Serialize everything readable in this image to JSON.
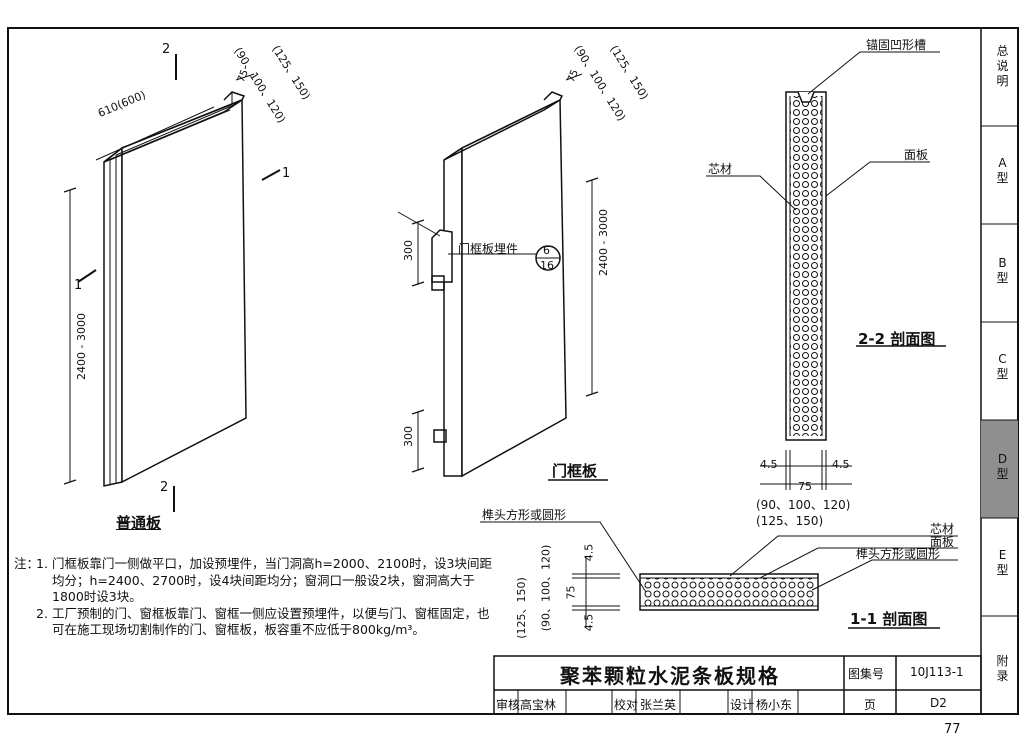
{
  "drawing": {
    "left_panel": {
      "name": "普通板",
      "width_dim": "610(600)",
      "height_dim": "2400 - 3000",
      "thickness_dim": "75",
      "thickness_alt_1": "(90、100、120)",
      "thickness_alt_2": "(125、150)",
      "section_mark_1": "1",
      "section_mark_2": "2"
    },
    "middle_panel": {
      "name": "门框板",
      "height_dim": "2400 - 3000",
      "thickness_dim": "75",
      "thickness_alt_1": "(90、100、120)",
      "thickness_alt_2": "(125、150)",
      "embed_label": "门框板埋件",
      "embed_ref_top": "6",
      "embed_ref_bottom": "16",
      "spacing_top": "300",
      "spacing_bottom": "300"
    },
    "section_2_2": {
      "title": "2-2 剖面图",
      "label_groove": "锚固凹形槽",
      "label_core": "芯材",
      "label_face": "面板",
      "dim_left": "4.5",
      "dim_right": "4.5",
      "dim_total": "75",
      "dim_alt_1": "(90、100、120)",
      "dim_alt_2": "(125、150)"
    },
    "section_1_1": {
      "title": "1-1 剖面图",
      "label_tenon_left": "榫头方形或圆形",
      "label_core": "芯材",
      "label_face": "面板",
      "label_tenon_right": "榫头方形或圆形",
      "dim_top": "4.5",
      "dim_mid": "75",
      "dim_bottom": "4.5",
      "dim_alt_1": "(90、100、120)",
      "dim_alt_2": "(125、150)"
    }
  },
  "notes": {
    "label": "注：",
    "items": [
      {
        "num": "1.",
        "text": "门框板靠门一侧做平口，加设预埋件，当门洞高h=2000、2100时，设3块间距均分；h=2400、2700时，设4块间距均分；窗洞口一般设2块，窗洞高大于1800时设3块。"
      },
      {
        "num": "2.",
        "text": "工厂预制的门、窗框板靠门、窗框一侧应设置预埋件，以便与门、窗框固定，也可在施工现场切割制作的门、窗框板，板容重不应低于800kg/m³。"
      }
    ]
  },
  "title_block": {
    "title": "聚苯颗粒水泥条板规格",
    "atlas_label": "图集号",
    "atlas_no": "10J113-1",
    "review_label": "审核",
    "review_name": "高宝林",
    "proof_label": "校对",
    "proof_name": "张兰英",
    "design_label": "设计",
    "design_name": "杨小东",
    "page_label": "页",
    "page_code": "D2"
  },
  "sidebar": {
    "tabs": [
      {
        "label": "总\n说\n明",
        "active": false
      },
      {
        "label": "A\n型",
        "active": false
      },
      {
        "label": "B\n型",
        "active": false
      },
      {
        "label": "C\n型",
        "active": false
      },
      {
        "label": "D\n型",
        "active": true
      },
      {
        "label": "E\n型",
        "active": false
      },
      {
        "label": "附\n录",
        "active": false
      }
    ]
  },
  "page_number": "77",
  "colors": {
    "line": "#111111",
    "active_tab": "#8f8f8f",
    "tab_bg": "#ffffff"
  }
}
